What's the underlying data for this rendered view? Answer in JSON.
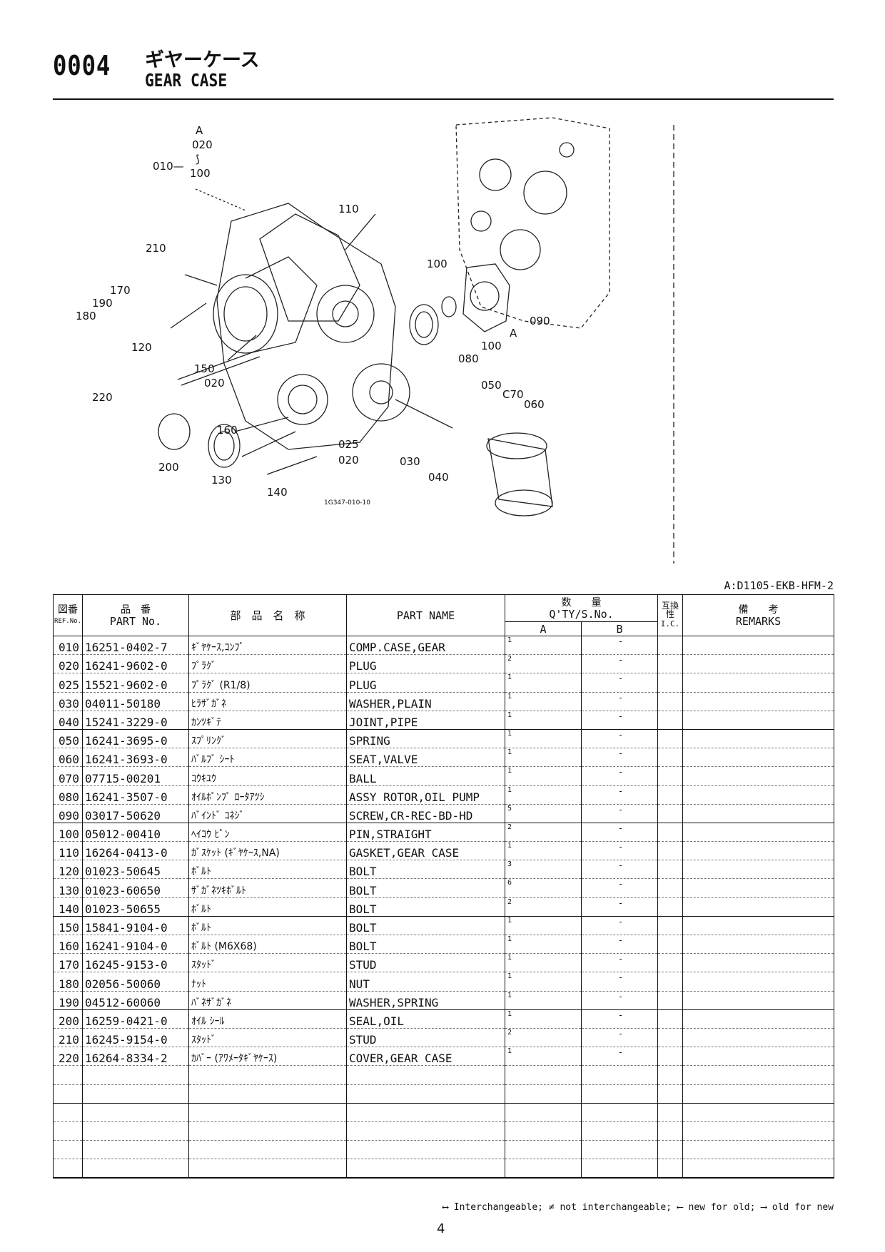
{
  "header": {
    "code": "0004",
    "title_jp": "ギヤーケース",
    "title_en": "GEAR CASE"
  },
  "diagram": {
    "callouts": [
      "A",
      "020",
      "100",
      "010",
      "110",
      "210",
      "170",
      "190",
      "180",
      "120",
      "150",
      "020",
      "220",
      "160",
      "200",
      "130",
      "140",
      "025",
      "020",
      "030",
      "040",
      "100",
      "090",
      "100",
      "A",
      "080",
      "050",
      "C70",
      "060"
    ],
    "figure_id": "1G347-010-10"
  },
  "model_code": "A:D1105-EKB-HFM-2",
  "table": {
    "headers": {
      "ref_jp": "図番",
      "ref_en": "REF.No.",
      "part_no_jp": "品　番",
      "part_no_en": "PART No.",
      "name_jp": "部　品　名　称",
      "part_name": "PART NAME",
      "qty_jp": "数　　量",
      "qty_en": "Q'TY/S.No.",
      "qty_a": "A",
      "qty_b": "B",
      "ic_jp": "互換性",
      "ic_en": "I.C.",
      "remarks_jp": "備　　考",
      "remarks_en": "REMARKS"
    },
    "rows": [
      {
        "ref": "010",
        "part_no": "16251-0402-7",
        "name_jp": "ｷﾞﾔｹｰｽ,ｺﾝﾌﾟ",
        "part_name": "COMP.CASE,GEAR",
        "qty_a": "1",
        "qty_b": "-"
      },
      {
        "ref": "020",
        "part_no": "16241-9602-0",
        "name_jp": "ﾌﾟﾗｸﾞ",
        "part_name": "PLUG",
        "qty_a": "2",
        "qty_b": "-"
      },
      {
        "ref": "025",
        "part_no": "15521-9602-0",
        "name_jp": "ﾌﾟﾗｸﾞ (R1/8)",
        "part_name": "PLUG",
        "qty_a": "1",
        "qty_b": "-"
      },
      {
        "ref": "030",
        "part_no": "04011-50180",
        "name_jp": "ﾋﾗｻﾞｶﾞﾈ",
        "part_name": "WASHER,PLAIN",
        "qty_a": "1",
        "qty_b": "-"
      },
      {
        "ref": "040",
        "part_no": "15241-3229-0",
        "name_jp": "ｶﾝﾂｷﾞﾃ",
        "part_name": "JOINT,PIPE",
        "qty_a": "1",
        "qty_b": "-"
      },
      {
        "ref": "050",
        "part_no": "16241-3695-0",
        "name_jp": "ｽﾌﾟﾘﾝｸﾞ",
        "part_name": "SPRING",
        "qty_a": "1",
        "qty_b": "-"
      },
      {
        "ref": "060",
        "part_no": "16241-3693-0",
        "name_jp": "ﾊﾞﾙﾌﾞ ｼｰﾄ",
        "part_name": "SEAT,VALVE",
        "qty_a": "1",
        "qty_b": "-"
      },
      {
        "ref": "070",
        "part_no": "07715-00201",
        "name_jp": "ｺｳｷﾕｳ",
        "part_name": "BALL",
        "qty_a": "1",
        "qty_b": "-"
      },
      {
        "ref": "080",
        "part_no": "16241-3507-0",
        "name_jp": "ｵｲﾙﾎﾟﾝﾌﾟ ﾛｰﾀｱﾂｼ",
        "part_name": "ASSY ROTOR,OIL PUMP",
        "qty_a": "1",
        "qty_b": "-"
      },
      {
        "ref": "090",
        "part_no": "03017-50620",
        "name_jp": "ﾊﾞｲﾝﾄﾞ ｺﾈｼﾞ",
        "part_name": "SCREW,CR-REC-BD-HD",
        "qty_a": "5",
        "qty_b": "-"
      },
      {
        "ref": "100",
        "part_no": "05012-00410",
        "name_jp": "ﾍｲｺｳ ﾋﾟﾝ",
        "part_name": "PIN,STRAIGHT",
        "qty_a": "2",
        "qty_b": "-"
      },
      {
        "ref": "110",
        "part_no": "16264-0413-0",
        "name_jp": "ｶﾞｽｹｯﾄ (ｷﾞﾔｹｰｽ,NA)",
        "part_name": "GASKET,GEAR CASE",
        "qty_a": "1",
        "qty_b": "-"
      },
      {
        "ref": "120",
        "part_no": "01023-50645",
        "name_jp": "ﾎﾞﾙﾄ",
        "part_name": "BOLT",
        "qty_a": "3",
        "qty_b": "-"
      },
      {
        "ref": "130",
        "part_no": "01023-60650",
        "name_jp": "ｻﾞｶﾞﾈﾂｷﾎﾞﾙﾄ",
        "part_name": "BOLT",
        "qty_a": "6",
        "qty_b": "-"
      },
      {
        "ref": "140",
        "part_no": "01023-50655",
        "name_jp": "ﾎﾞﾙﾄ",
        "part_name": "BOLT",
        "qty_a": "2",
        "qty_b": "-"
      },
      {
        "ref": "150",
        "part_no": "15841-9104-0",
        "name_jp": "ﾎﾞﾙﾄ",
        "part_name": "BOLT",
        "qty_a": "1",
        "qty_b": "-"
      },
      {
        "ref": "160",
        "part_no": "16241-9104-0",
        "name_jp": "ﾎﾞﾙﾄ (M6X68)",
        "part_name": "BOLT",
        "qty_a": "1",
        "qty_b": "-"
      },
      {
        "ref": "170",
        "part_no": "16245-9153-0",
        "name_jp": "ｽﾀｯﾄﾞ",
        "part_name": "STUD",
        "qty_a": "1",
        "qty_b": "-"
      },
      {
        "ref": "180",
        "part_no": "02056-50060",
        "name_jp": "ﾅｯﾄ",
        "part_name": "NUT",
        "qty_a": "1",
        "qty_b": "-"
      },
      {
        "ref": "190",
        "part_no": "04512-60060",
        "name_jp": "ﾊﾞﾈｻﾞｶﾞﾈ",
        "part_name": "WASHER,SPRING",
        "qty_a": "1",
        "qty_b": "-"
      },
      {
        "ref": "200",
        "part_no": "16259-0421-0",
        "name_jp": "ｵｲﾙ ｼｰﾙ",
        "part_name": "SEAL,OIL",
        "qty_a": "1",
        "qty_b": "-"
      },
      {
        "ref": "210",
        "part_no": "16245-9154-0",
        "name_jp": "ｽﾀｯﾄﾞ",
        "part_name": "STUD",
        "qty_a": "2",
        "qty_b": "-"
      },
      {
        "ref": "220",
        "part_no": "16264-8334-2",
        "name_jp": "ｶﾊﾞｰ (ｱﾜﾒｰﾀｷﾞﾔｹｰｽ)",
        "part_name": "COVER,GEAR CASE",
        "qty_a": "1",
        "qty_b": "-"
      }
    ]
  },
  "legend": "⟷ Interchangeable; ≠ not interchangeable; ⟵ new for old; ⟶ old for new",
  "page_number": "4"
}
